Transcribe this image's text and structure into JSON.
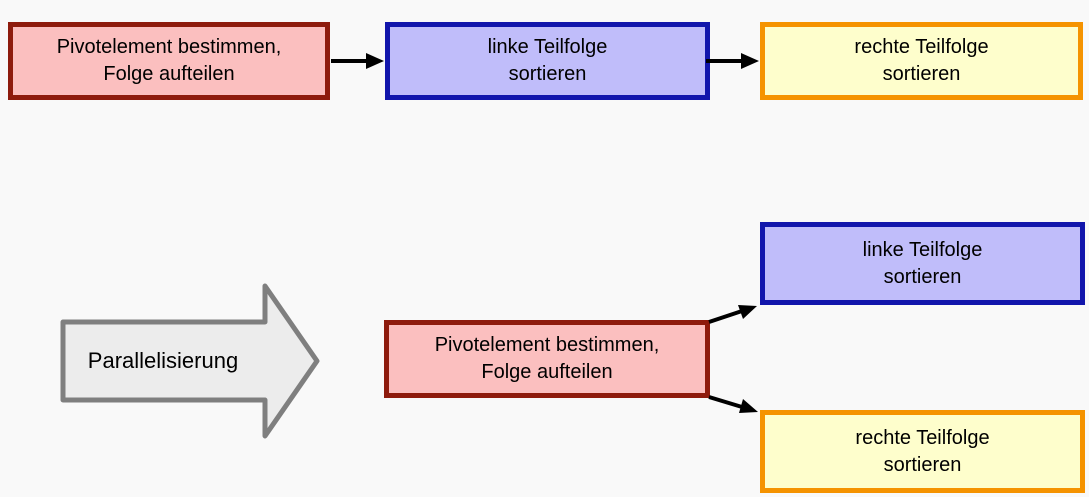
{
  "colors": {
    "bg": "#f9f9f9",
    "text_color": "#000000",
    "pink_fill": "#fbbfbf",
    "red_border": "#8e1b0d",
    "purple_fill": "#c0bdfa",
    "blue_border": "#1216ac",
    "yellow_fill": "#fefecc",
    "orange_border": "#f59300",
    "gray_fill": "#ececec",
    "gray_border": "#7f7f7f",
    "arrow_color": "#000000"
  },
  "sequential": {
    "pivot": {
      "line1": "Pivotelement bestimmen,",
      "line2": "Folge aufteilen"
    },
    "left": {
      "line1": "linke Teilfolge",
      "line2": "sortieren"
    },
    "right": {
      "line1": "rechte Teilfolge",
      "line2": "sortieren"
    }
  },
  "parallel": {
    "transform_label": "Parallelisierung",
    "pivot": {
      "line1": "Pivotelement bestimmen,",
      "line2": "Folge aufteilen"
    },
    "left": {
      "line1": "linke Teilfolge",
      "line2": "sortieren"
    },
    "right": {
      "line1": "rechte Teilfolge",
      "line2": "sortieren"
    }
  }
}
